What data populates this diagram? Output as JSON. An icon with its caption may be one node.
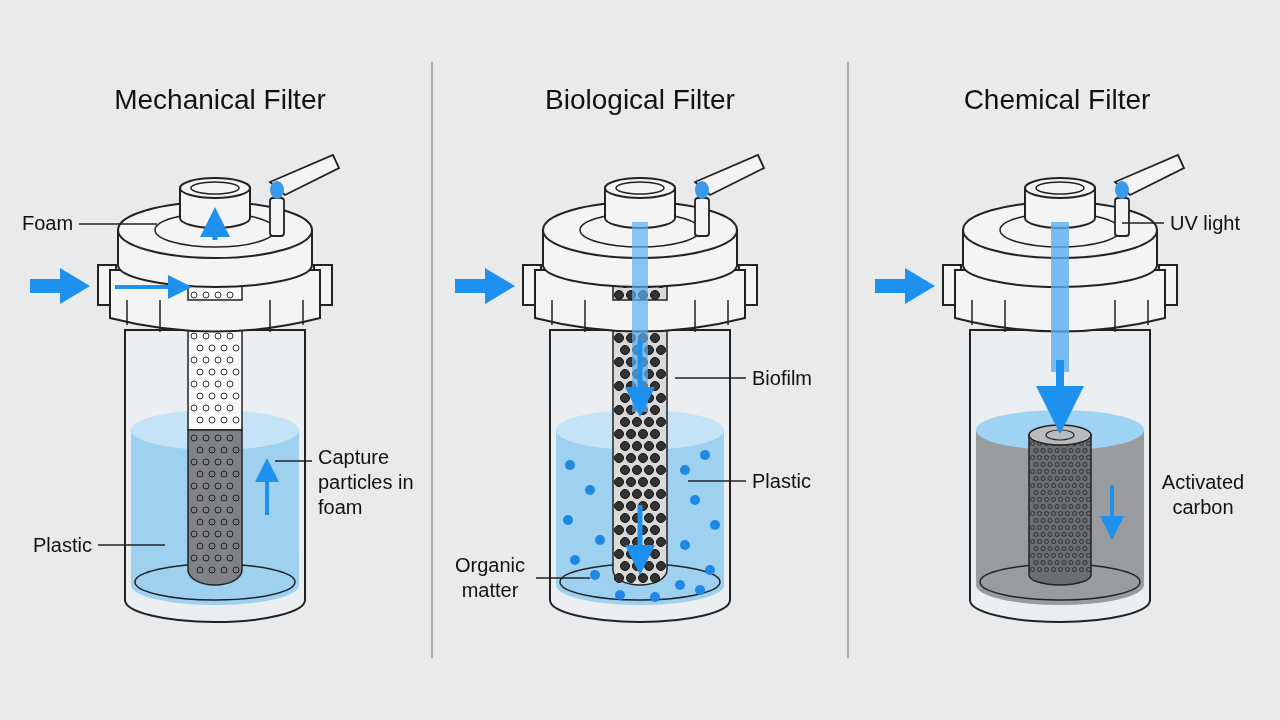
{
  "diagram": {
    "nodes": [
      {
        "text": [
          "Foam"
        ]
      },
      {
        "text": [
          "Capture particles in foam"
        ]
      },
      {
        "text": [
          "Plastic"
        ]
      },
      {
        "text": [
          "Biofilm"
        ]
      },
      {
        "text": [
          "Plastic"
        ]
      },
      {
        "text": [
          "Organic matter"
        ]
      },
      {
        "text": [
          "UV light"
        ]
      }
    ],
    "edges": [
      {
        "from": 0,
        "to": null,
        "arrow": "none"
      },
      {
        "from": 1,
        "to": null,
        "arrow": "none"
      },
      {
        "from": 2,
        "to": null,
        "arrow": "none"
      },
      {
        "from": 3,
        "to": null,
        "arrow": "none"
      },
      {
        "from": 4,
        "to": null,
        "arrow": "none"
      },
      {
        "from": 5,
        "to": null,
        "arrow": "none"
      },
      {
        "from": 6,
        "to": null,
        "arrow": "none"
      }
    ],
    "labels": [
      "Mechanical Filter",
      "Biological Filter",
      "Chemical Filter",
      "Activated carbon"
    ]
  }
}
